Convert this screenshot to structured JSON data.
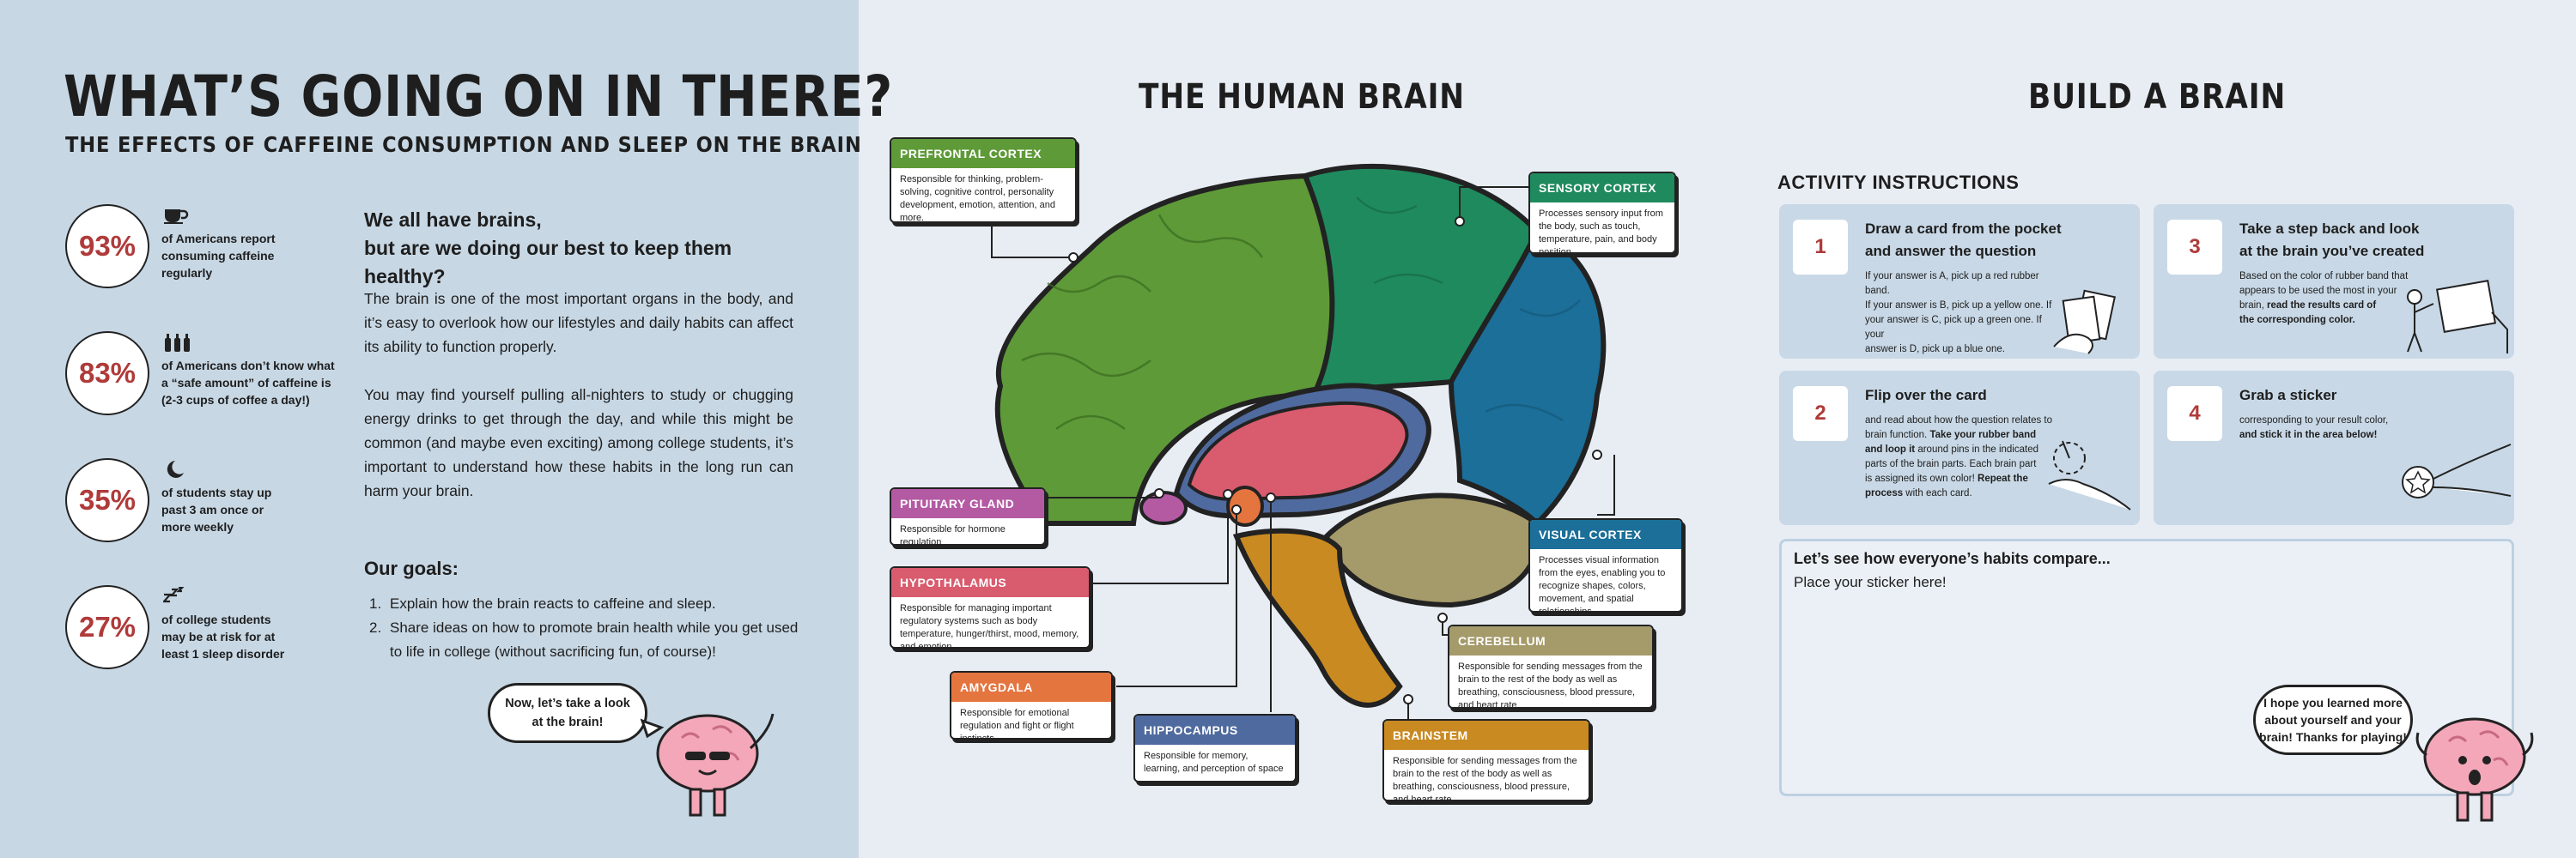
{
  "left": {
    "title": "WHAT’S GOING ON IN THERE?",
    "subtitle": "THE EFFECTS OF CAFFEINE CONSUMPTION AND SLEEP ON THE BRAIN",
    "stats": [
      {
        "value": "93%",
        "icon": "coffee-cup-icon",
        "l1": "of Americans report",
        "l2": "consuming caffeine",
        "l3": "regularly"
      },
      {
        "value": "83%",
        "icon": "bottles-icon",
        "l1": "of Americans don’t know what",
        "l2": "a “safe amount” of caffeine is",
        "l3": "(2-3 cups of coffee a day!)"
      },
      {
        "value": "35%",
        "icon": "moon-icon",
        "l1": "of students stay up",
        "l2": "past 3 am once or",
        "l3": "more weekly"
      },
      {
        "value": "27%",
        "icon": "sleep-zzz-icon",
        "l1": "of college students",
        "l2": "may be at risk for at",
        "l3": "least 1 sleep disorder"
      }
    ],
    "intro_line1": "We all have brains,",
    "intro_line2": "but are we doing our best to keep them healthy?",
    "para1": "The brain is one of the most important organs in the body, and it’s easy to overlook how our lifestyles and daily habits can affect its ability to function properly.",
    "para2": "You may find yourself pulling all-nighters to study or chugging energy drinks to get through the day, and while this might be common (and maybe even exciting) among college students, it’s important to understand how these habits in the long run can harm your brain.",
    "goals_title": "Our goals:",
    "goals": [
      {
        "n": "1.",
        "text": "Explain how the brain reacts to caffeine and sleep."
      },
      {
        "n": "2.",
        "text": "Share ideas on how to promote brain health while you get used to life in college (without sacrificing fun, of course)!"
      }
    ],
    "bubble_l1": "Now, let’s take a look",
    "bubble_l2": "at the brain!"
  },
  "brain": {
    "title": "THE HUMAN BRAIN",
    "labels": {
      "prefrontal": {
        "title": "PREFRONTAL CORTEX",
        "desc": "Responsible for thinking, problem-solving, cognitive control, personality development, emotion, attention, and more.",
        "color": "#5e9a38"
      },
      "sensory": {
        "title": "SENSORY CORTEX",
        "desc": "Processes sensory input from the body, such as touch, temperature, pain, and body position",
        "color": "#1f8a5e"
      },
      "pituitary": {
        "title": "PITUITARY GLAND",
        "desc": "Responsible for hormone regulation",
        "color": "#b45aa3"
      },
      "hypothalamus": {
        "title": "HYPOTHALAMUS",
        "desc": "Responsible for managing important regulatory systems such as body temperature, hunger/thirst, mood, memory, and emotion",
        "color": "#d95b6e"
      },
      "visual": {
        "title": "VISUAL CORTEX",
        "desc": "Processes visual information from the eyes, enabling you to recognize shapes, colors, movement, and spatial relationships",
        "color": "#1b6f99"
      },
      "amygdala": {
        "title": "AMYGDALA",
        "desc": "Responsible for emotional regulation and fight or flight instincts",
        "color": "#e4753f"
      },
      "cerebellum": {
        "title": "CEREBELLUM",
        "desc": "Responsible for sending messages from the brain to the rest of the body as well as breathing, consciousness, blood pressure, and heart rate",
        "color": "#a59a6a"
      },
      "hippocampus": {
        "title": "HIPPOCAMPUS",
        "desc": "Responsible for memory, learning, and perception of space",
        "color": "#4f6a9e"
      },
      "brainstem": {
        "title": "BRAINSTEM",
        "desc": "Responsible for sending messages from the brain to the rest of the body as well as breathing, consciousness, blood pressure, and heart rate",
        "color": "#c98a22"
      }
    }
  },
  "build": {
    "title": "BUILD A BRAIN",
    "instructions_title": "ACTIVITY INSTRUCTIONS",
    "cards": [
      {
        "num": "1",
        "t1": "Draw a card from the pocket",
        "t2": "and answer the question",
        "d1": "If your answer is A, pick up a red rubber band.",
        "d2": "If your answer is B, pick up a yellow one. If",
        "d3": "your answer is C, pick up a green one. If your",
        "d4": "answer is D, pick up a blue one."
      },
      {
        "num": "3",
        "t1": "Take a step back and look",
        "t2": "at the brain you’ve created",
        "d1": "Based on the color of rubber band that",
        "d2": "appears to be used the most in your",
        "d3a": "brain, ",
        "d3b": "read the results card of",
        "d4": "the corresponding color."
      },
      {
        "num": "2",
        "t1": "Flip over the card",
        "d1": "and read about how the question relates to",
        "d2a": "brain function. ",
        "d2b": "Take your rubber band",
        "d3a": "and loop it",
        "d3b": " around pins in the indicated",
        "d4": "parts of the brain parts. Each brain part",
        "d5a": "is assigned its own color! ",
        "d5b": "Repeat the",
        "d6a": "process",
        "d6b": " with each card."
      },
      {
        "num": "4",
        "t1": "Grab a sticker",
        "d1": "corresponding to your result color,",
        "d2": "and stick it in the area below!"
      }
    ],
    "sticker_title": "Let’s see how everyone’s habits compare...",
    "sticker_prompt": "Place your sticker here!",
    "bubble_l1": "I hope you learned more",
    "bubble_l2": "about yourself and your",
    "bubble_l3": "brain! Thanks for playing!"
  },
  "colors": {
    "accent_red": "#b03a3a",
    "left_bg": "#c7d7e4",
    "right_bg": "#e8edf4",
    "card_bg": "#c8d8e6",
    "mascot_pink": "#f4a7b9"
  }
}
